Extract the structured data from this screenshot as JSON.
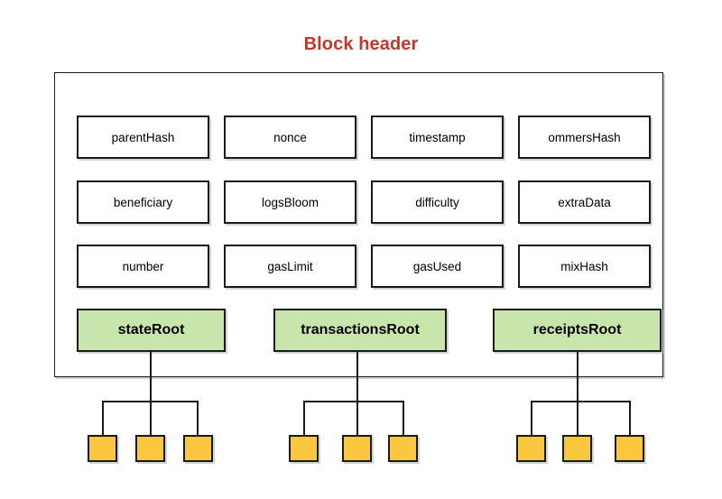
{
  "diagram": {
    "title": "Block header",
    "title_color": "#c0392b",
    "type": "block-diagram",
    "background": "#ffffff"
  },
  "colors": {
    "title": "#c0392b",
    "box_border": "#1a1a1a",
    "field_fill": "#ffffff",
    "root_fill": "#c8e5ac",
    "leaf_fill": "#fac73f",
    "connector": "#1a1a1a"
  },
  "header_container": {
    "name": "block-header-container",
    "fields_grid": {
      "columns": 4,
      "rows": 3,
      "rows_data": [
        [
          "parentHash",
          "nonce",
          "timestamp",
          "ommersHash"
        ],
        [
          "beneficiary",
          "logsBloom",
          "difficulty",
          "extraData"
        ],
        [
          "number",
          "gasLimit",
          "gasUsed",
          "mixHash"
        ]
      ]
    },
    "roots": [
      {
        "label": "stateRoot",
        "children": 3
      },
      {
        "label": "transactionsRoot",
        "children": 3
      },
      {
        "label": "receiptsRoot",
        "children": 3
      }
    ]
  },
  "leaves": {
    "count_per_root": 3,
    "total": 9,
    "label": ""
  }
}
